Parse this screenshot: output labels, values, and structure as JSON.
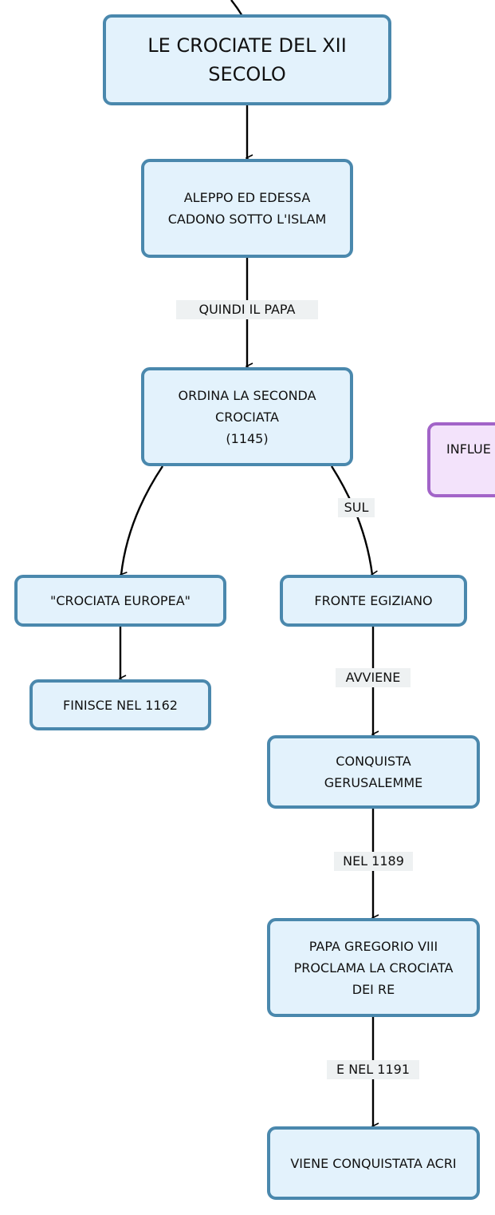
{
  "nodes": {
    "title": "LE CROCIATE DEL XII\nSECOLO",
    "aleppo": "ALEPPO ED EDESSA\nCADONO SOTTO L'ISLAM",
    "seconda": "ORDINA LA SECONDA\nCROCIATA\n(1145)",
    "europea": "\"CROCIATA EUROPEA\"",
    "finisce": "FINISCE NEL 1162",
    "fronte": "FRONTE EGIZIANO",
    "conquista": "CONQUISTA\nGERUSALEMME",
    "papa": "PAPA GREGORIO VIII\nPROCLAMA LA CROCIATA\nDEI RE",
    "acri": "VIENE CONQUISTATA ACRI",
    "influe": "INFLUE"
  },
  "edges": {
    "quindi": "QUINDI IL PAPA",
    "sul": "SUL",
    "avviene": "AVVIENE",
    "nel1189": "NEL 1189",
    "enel1191": "E NEL 1191"
  },
  "colors": {
    "node_fill": "#e3f2fc",
    "node_border": "#4a88ad",
    "purple_fill": "#f3e3fb",
    "purple_border": "#a264c8",
    "edge_label_bg": "#eef1f2"
  }
}
